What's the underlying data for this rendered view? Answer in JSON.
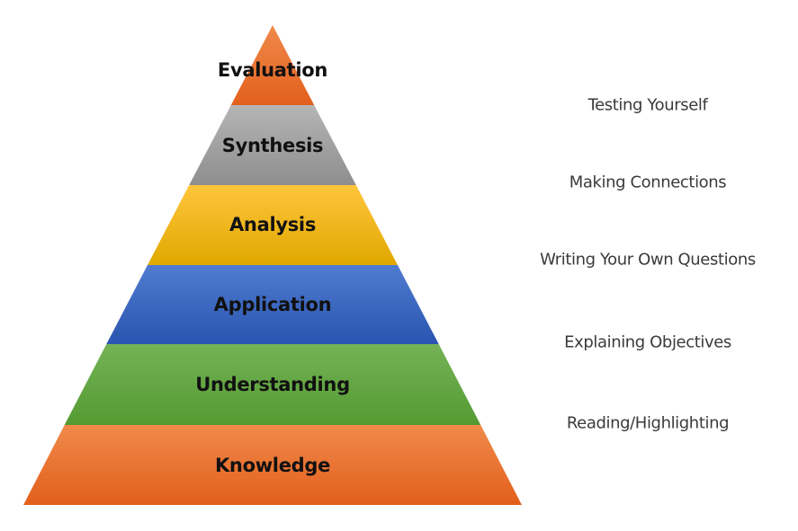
{
  "diagram": {
    "type": "pyramid",
    "tiers": [
      {
        "label": "Evaluation",
        "color_top": "#f08a4b",
        "color_bottom": "#e2601d",
        "strategy": "Testing Yourself"
      },
      {
        "label": "Synthesis",
        "color_top": "#b5b5b5",
        "color_bottom": "#8e8e8e",
        "strategy": "Making Connections"
      },
      {
        "label": "Analysis",
        "color_top": "#ffc53d",
        "color_bottom": "#e0a800",
        "strategy": "Writing Your Own Questions"
      },
      {
        "label": "Application",
        "color_top": "#4f7bd0",
        "color_bottom": "#2a55b0",
        "strategy": "Explaining Objectives"
      },
      {
        "label": "Understanding",
        "color_top": "#74b356",
        "color_bottom": "#549a32",
        "strategy": "Reading/Highlighting"
      },
      {
        "label": "Knowledge",
        "color_top": "#f08a4b",
        "color_bottom": "#e25f1c",
        "strategy": ""
      }
    ]
  }
}
